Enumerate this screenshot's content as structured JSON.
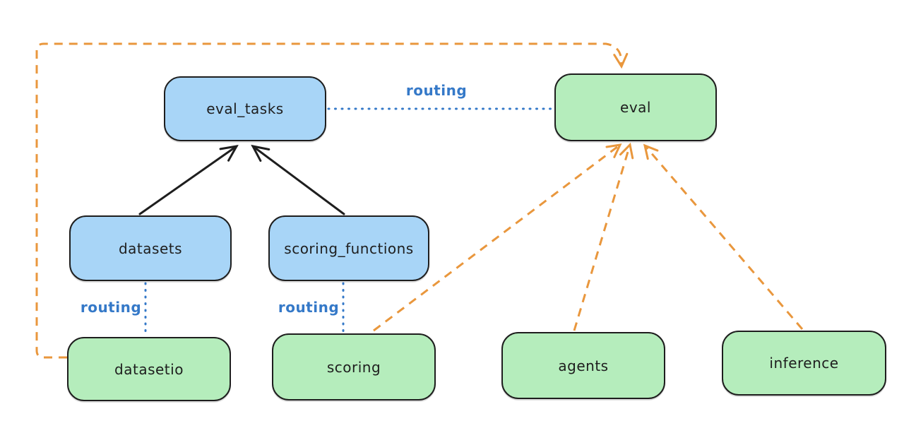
{
  "colors": {
    "background": "#ffffff",
    "node_border": "#1e1e1e",
    "arrow_black": "#1e1e1e",
    "blue_node_fill": "#a8d5f7",
    "green_node_fill": "#b5edbc",
    "routing_blue": "#3579c8",
    "provider_orange": "#e9973d"
  },
  "nodes": [
    {
      "id": "eval_tasks",
      "label": "eval_tasks",
      "kind": "resource-blue"
    },
    {
      "id": "eval",
      "label": "eval",
      "kind": "api-green"
    },
    {
      "id": "datasets",
      "label": "datasets",
      "kind": "resource-blue"
    },
    {
      "id": "scoring_functions",
      "label": "scoring_functions",
      "kind": "resource-blue"
    },
    {
      "id": "datasetio",
      "label": "datasetio",
      "kind": "api-green"
    },
    {
      "id": "scoring",
      "label": "scoring",
      "kind": "api-green"
    },
    {
      "id": "agents",
      "label": "agents",
      "kind": "api-green"
    },
    {
      "id": "inference",
      "label": "inference",
      "kind": "api-green"
    }
  ],
  "edge_labels": [
    {
      "id": "routing-eval_tasks-eval",
      "label": "routing"
    },
    {
      "id": "routing-datasets-datasetio",
      "label": "routing"
    },
    {
      "id": "routing-scoring_functions-scoring",
      "label": "routing"
    }
  ],
  "edges": [
    {
      "from": "datasets",
      "to": "eval_tasks",
      "style": "solid-black-arrow"
    },
    {
      "from": "scoring_functions",
      "to": "eval_tasks",
      "style": "solid-black-arrow"
    },
    {
      "from": "eval_tasks",
      "to": "eval",
      "style": "dotted-blue",
      "label": "routing"
    },
    {
      "from": "datasets",
      "to": "datasetio",
      "style": "dotted-blue",
      "label": "routing"
    },
    {
      "from": "scoring_functions",
      "to": "scoring",
      "style": "dotted-blue",
      "label": "routing"
    },
    {
      "from": "datasetio",
      "to": "eval",
      "style": "dashed-orange-arrow"
    },
    {
      "from": "scoring",
      "to": "eval",
      "style": "dashed-orange-arrow"
    },
    {
      "from": "agents",
      "to": "eval",
      "style": "dashed-orange-arrow"
    },
    {
      "from": "inference",
      "to": "eval",
      "style": "dashed-orange-arrow"
    }
  ]
}
